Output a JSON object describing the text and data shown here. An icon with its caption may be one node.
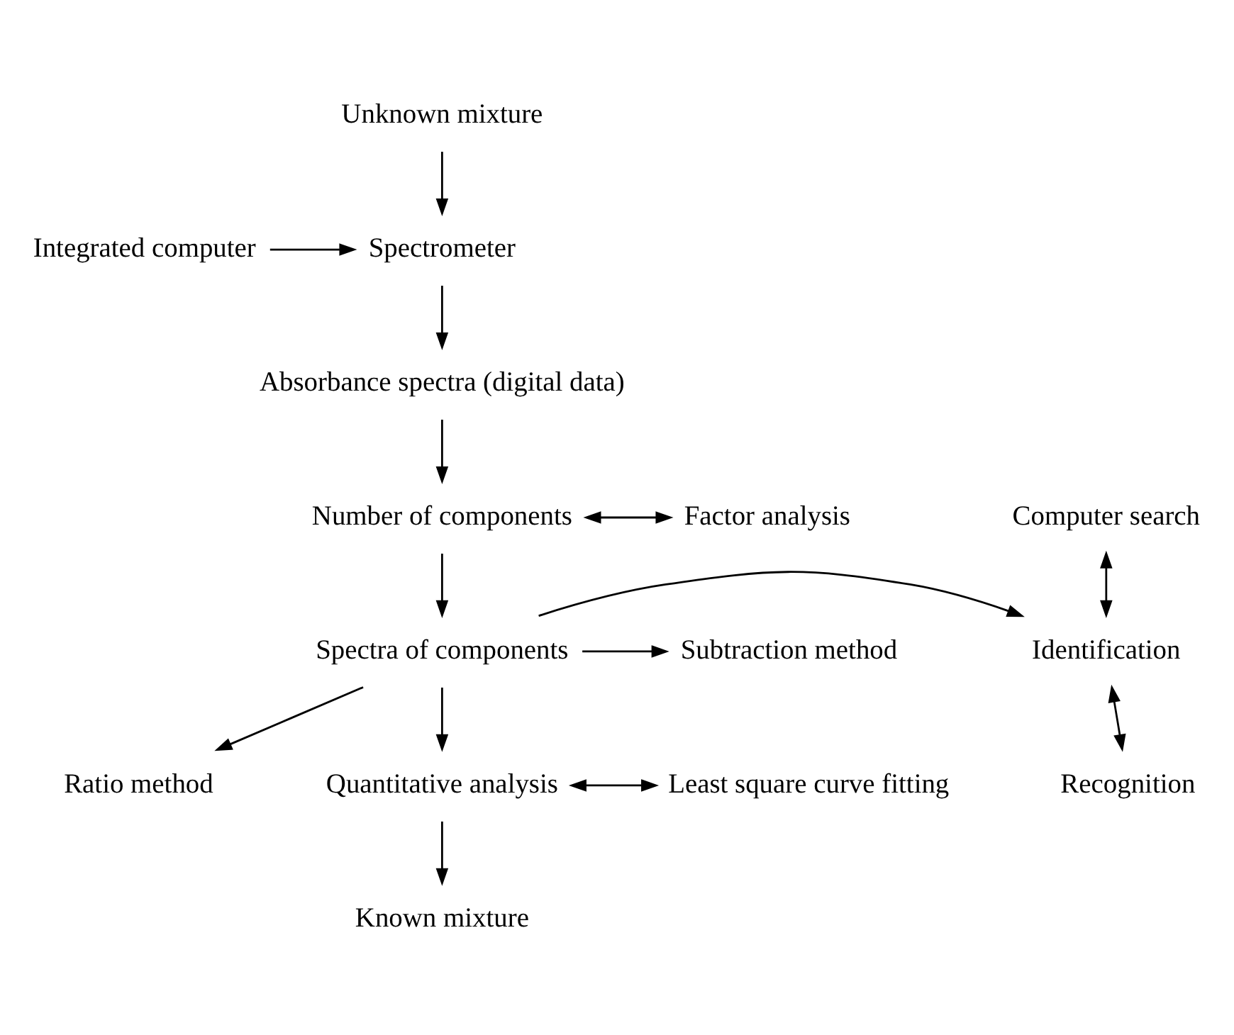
{
  "diagram": {
    "nodes": [
      {
        "text": [
          "Unknown mixture"
        ]
      },
      {
        "text": [
          "Spectrometer"
        ]
      },
      {
        "text": [
          "Integrated computer"
        ]
      },
      {
        "text": [
          "Absorbance spectra (digital data)"
        ]
      },
      {
        "text": [
          "Computer search"
        ]
      },
      {
        "text": [
          "Number of components"
        ]
      },
      {
        "text": [
          "Factor analysis"
        ]
      },
      {
        "text": [
          "Identification"
        ]
      },
      {
        "text": [
          "Spectra of components"
        ]
      },
      {
        "text": [
          "Subtraction method"
        ]
      },
      {
        "text": [
          "Ratio method"
        ]
      },
      {
        "text": [
          "Recognition"
        ]
      },
      {
        "text": [
          "Quantitative analysis"
        ]
      },
      {
        "text": [
          "Least square curve fitting"
        ]
      },
      {
        "text": [
          "Known mixture"
        ]
      }
    ],
    "edges": [
      {
        "from": 0,
        "to": 1,
        "arrow": "to"
      },
      {
        "from": 2,
        "to": 1,
        "arrow": "to"
      },
      {
        "from": 1,
        "to": 3,
        "arrow": "to"
      },
      {
        "from": 3,
        "to": 5,
        "arrow": "to"
      },
      {
        "from": 5,
        "to": 6,
        "arrow": "both"
      },
      {
        "from": 4,
        "to": 7,
        "arrow": "both"
      },
      {
        "from": 5,
        "to": 8,
        "arrow": "to"
      },
      {
        "from": 8,
        "to": 7,
        "arrow": "to"
      },
      {
        "from": 8,
        "to": 9,
        "arrow": "to"
      },
      {
        "from": 8,
        "to": 10,
        "arrow": "to"
      },
      {
        "from": 7,
        "to": 11,
        "arrow": "both"
      },
      {
        "from": 8,
        "to": 12,
        "arrow": "to"
      },
      {
        "from": 12,
        "to": 13,
        "arrow": "both"
      },
      {
        "from": 12,
        "to": 14,
        "arrow": "to"
      }
    ]
  }
}
